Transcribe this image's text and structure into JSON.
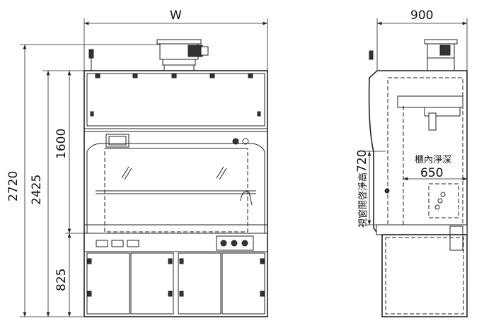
{
  "front_view": {
    "width_label": "W",
    "dim_total_height": "2720",
    "dim_body_height": "2425",
    "dim_upper_height": "1600",
    "dim_lower_height": "825"
  },
  "side_view": {
    "depth_label": "900",
    "inner_depth_caption": "櫃內淨深",
    "inner_depth": "650",
    "window_opening_caption": "視窗開啓淨高",
    "window_opening_height": "720"
  }
}
